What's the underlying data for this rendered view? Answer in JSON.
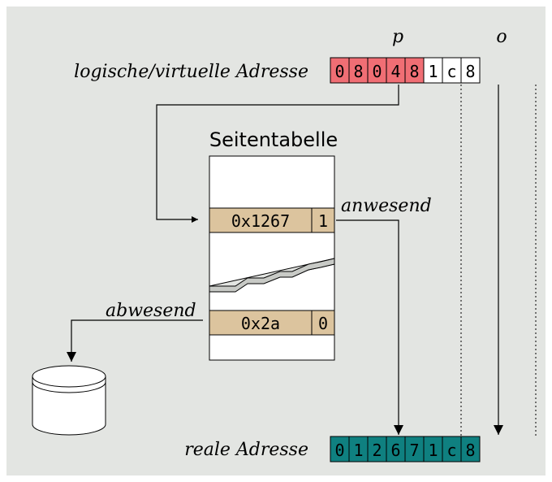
{
  "labels": {
    "p": "p",
    "o": "o",
    "logical_address": "logische/virtuelle Adresse",
    "page_table_title": "Seitentabelle",
    "present": "anwesend",
    "absent": "abwesend",
    "real_address": "reale Adresse"
  },
  "logical_address": {
    "page_digits": [
      "0",
      "8",
      "0",
      "4",
      "8"
    ],
    "offset_digits": [
      "1",
      "c",
      "8"
    ]
  },
  "page_table": {
    "row_present": {
      "frame": "0x1267",
      "flag": "1"
    },
    "row_absent": {
      "frame": "0x2a",
      "flag": "0"
    }
  },
  "real_address": {
    "digits": [
      "0",
      "1",
      "2",
      "6",
      "7",
      "1",
      "c",
      "8"
    ]
  },
  "colors": {
    "background": "#e3e5e2",
    "page_cells": "#f06e74",
    "offset_cells": "#ffffff",
    "table_row": "#dcc49e",
    "real_cells": "#0f8080"
  }
}
